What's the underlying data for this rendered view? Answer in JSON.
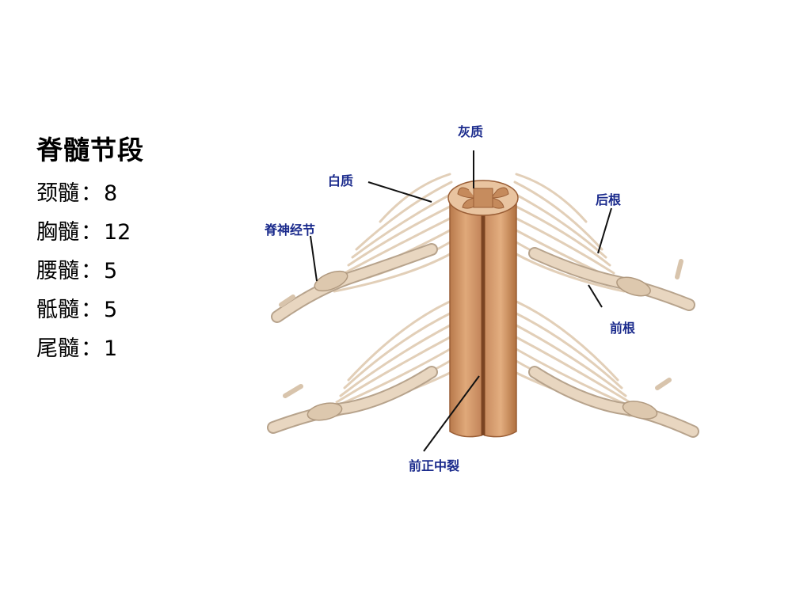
{
  "title": "脊髓节段",
  "segments": [
    {
      "name": "颈髓",
      "sep": "：",
      "count": "8"
    },
    {
      "name": "胸髓",
      "sep": "：",
      "count": "12"
    },
    {
      "name": "腰髓",
      "sep": "：",
      "count": "5"
    },
    {
      "name": "骶髓",
      "sep": "：",
      "count": "5"
    },
    {
      "name": "尾髓",
      "sep": "：",
      "count": "1"
    }
  ],
  "diagram": {
    "labels": {
      "gray_matter": "灰质",
      "white_matter": "白质",
      "spinal_ganglion": "脊神经节",
      "dorsal_root": "后根",
      "ventral_root": "前根",
      "anterior_median_fissure": "前正中裂"
    },
    "colors": {
      "label_text": "#1a2a8c",
      "cord": "#d39a6c",
      "cord_dark": "#a8683f",
      "nerve": "#e6d3bd",
      "nerve_shadow": "#b7a38c",
      "leader": "#111111"
    }
  }
}
